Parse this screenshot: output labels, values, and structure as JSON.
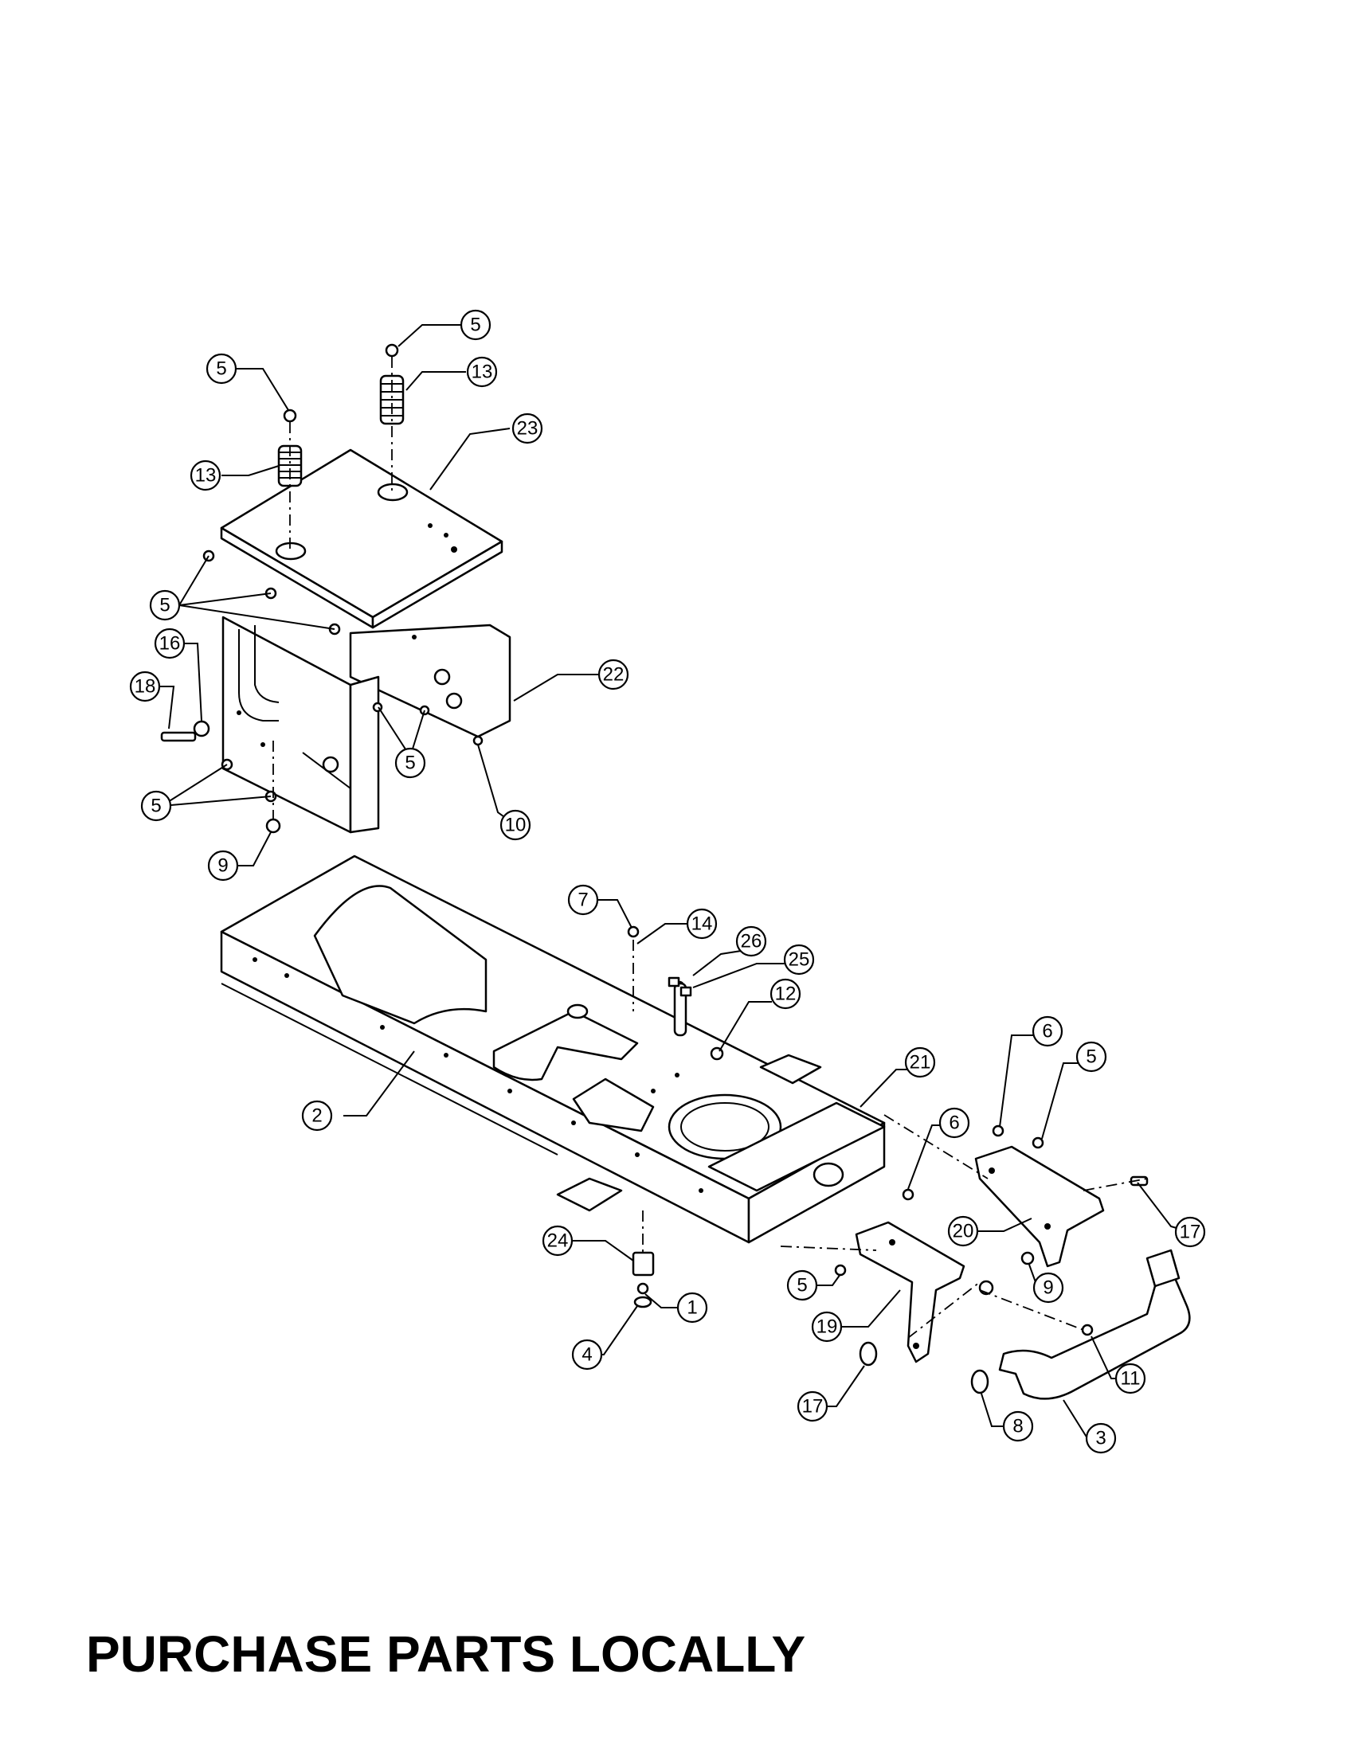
{
  "footer": {
    "text": "PURCHASE PARTS LOCALLY"
  },
  "callouts": [
    {
      "id": "c5a",
      "label": "5"
    },
    {
      "id": "c13a",
      "label": "13"
    },
    {
      "id": "c5b",
      "label": "5"
    },
    {
      "id": "c23",
      "label": "23"
    },
    {
      "id": "c13b",
      "label": "13"
    },
    {
      "id": "c5c",
      "label": "5"
    },
    {
      "id": "c16",
      "label": "16"
    },
    {
      "id": "c18",
      "label": "18"
    },
    {
      "id": "c22",
      "label": "22"
    },
    {
      "id": "c5d",
      "label": "5"
    },
    {
      "id": "c5e",
      "label": "5"
    },
    {
      "id": "c10",
      "label": "10"
    },
    {
      "id": "c9a",
      "label": "9"
    },
    {
      "id": "c7",
      "label": "7"
    },
    {
      "id": "c14",
      "label": "14"
    },
    {
      "id": "c26",
      "label": "26"
    },
    {
      "id": "c25",
      "label": "25"
    },
    {
      "id": "c12",
      "label": "12"
    },
    {
      "id": "c6a",
      "label": "6"
    },
    {
      "id": "c5f",
      "label": "5"
    },
    {
      "id": "c21",
      "label": "21"
    },
    {
      "id": "c2",
      "label": "2"
    },
    {
      "id": "c6b",
      "label": "6"
    },
    {
      "id": "c17a",
      "label": "17"
    },
    {
      "id": "c20",
      "label": "20"
    },
    {
      "id": "c24",
      "label": "24"
    },
    {
      "id": "c1",
      "label": "1"
    },
    {
      "id": "c9b",
      "label": "9"
    },
    {
      "id": "c5g",
      "label": "5"
    },
    {
      "id": "c19",
      "label": "19"
    },
    {
      "id": "c4",
      "label": "4"
    },
    {
      "id": "c11",
      "label": "11"
    },
    {
      "id": "c17b",
      "label": "17"
    },
    {
      "id": "c8",
      "label": "8"
    },
    {
      "id": "c3",
      "label": "3"
    }
  ]
}
